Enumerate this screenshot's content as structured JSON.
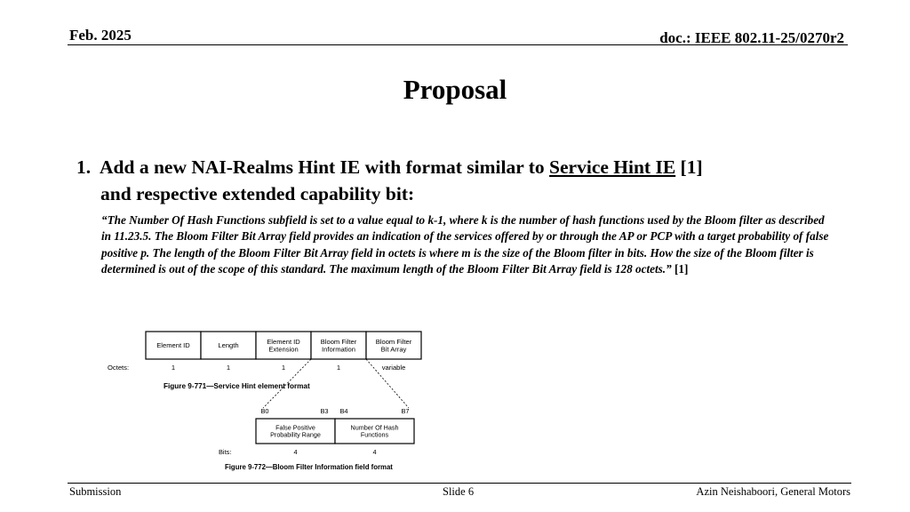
{
  "header": {
    "date": "Feb. 2025",
    "doc_id": "doc.: IEEE 802.11-25/0270r2"
  },
  "slide": {
    "title": "Proposal",
    "point": {
      "number": "1.",
      "text_before_link": "Add a new NAI-Realms Hint IE with format similar to ",
      "link_text": "Service Hint IE",
      "text_after_link": " [1]",
      "line2": "and respective extended capability bit:"
    },
    "quote": {
      "text": "“The Number Of Hash Functions subfield is set to a value equal to k-1, where k is the number of hash functions used by the Bloom filter as described in 11.23.5. The Bloom Filter Bit Array field provides an indication of the services offered by or through the AP or PCP with a target probability of false positive p. The length of the Bloom Filter Bit Array field in octets is where m is the size of the Bloom filter in bits. How the size of the Bloom filter is determined is out of the scope of this standard. The maximum length of the Bloom Filter Bit Array field is 128 octets.”",
      "ref": " [1]"
    }
  },
  "figure": {
    "fields": [
      {
        "name": "Element ID",
        "octets": "1"
      },
      {
        "name": "Length",
        "octets": "1"
      },
      {
        "name": "Element ID\nExtension",
        "octets": "1"
      },
      {
        "name": "Bloom Filter\nInformation",
        "octets": "1"
      },
      {
        "name": "Bloom Filter\nBit Array",
        "octets": "variable"
      }
    ],
    "octets_label": "Octets:",
    "caption1": "Figure 9-771—Service Hint element format",
    "bit_labels": [
      "B0",
      "B3",
      "B4",
      "B7"
    ],
    "subfields": [
      {
        "name": "False Positive\nProbability Range",
        "bits": "4"
      },
      {
        "name": "Number Of Hash\nFunctions",
        "bits": "4"
      }
    ],
    "bits_label": "Bits:",
    "caption2": "Figure 9-772—Bloom Filter Information field format"
  },
  "footer": {
    "left": "Submission",
    "center": "Slide 6",
    "right": "Azin Neishaboori, General Motors"
  }
}
